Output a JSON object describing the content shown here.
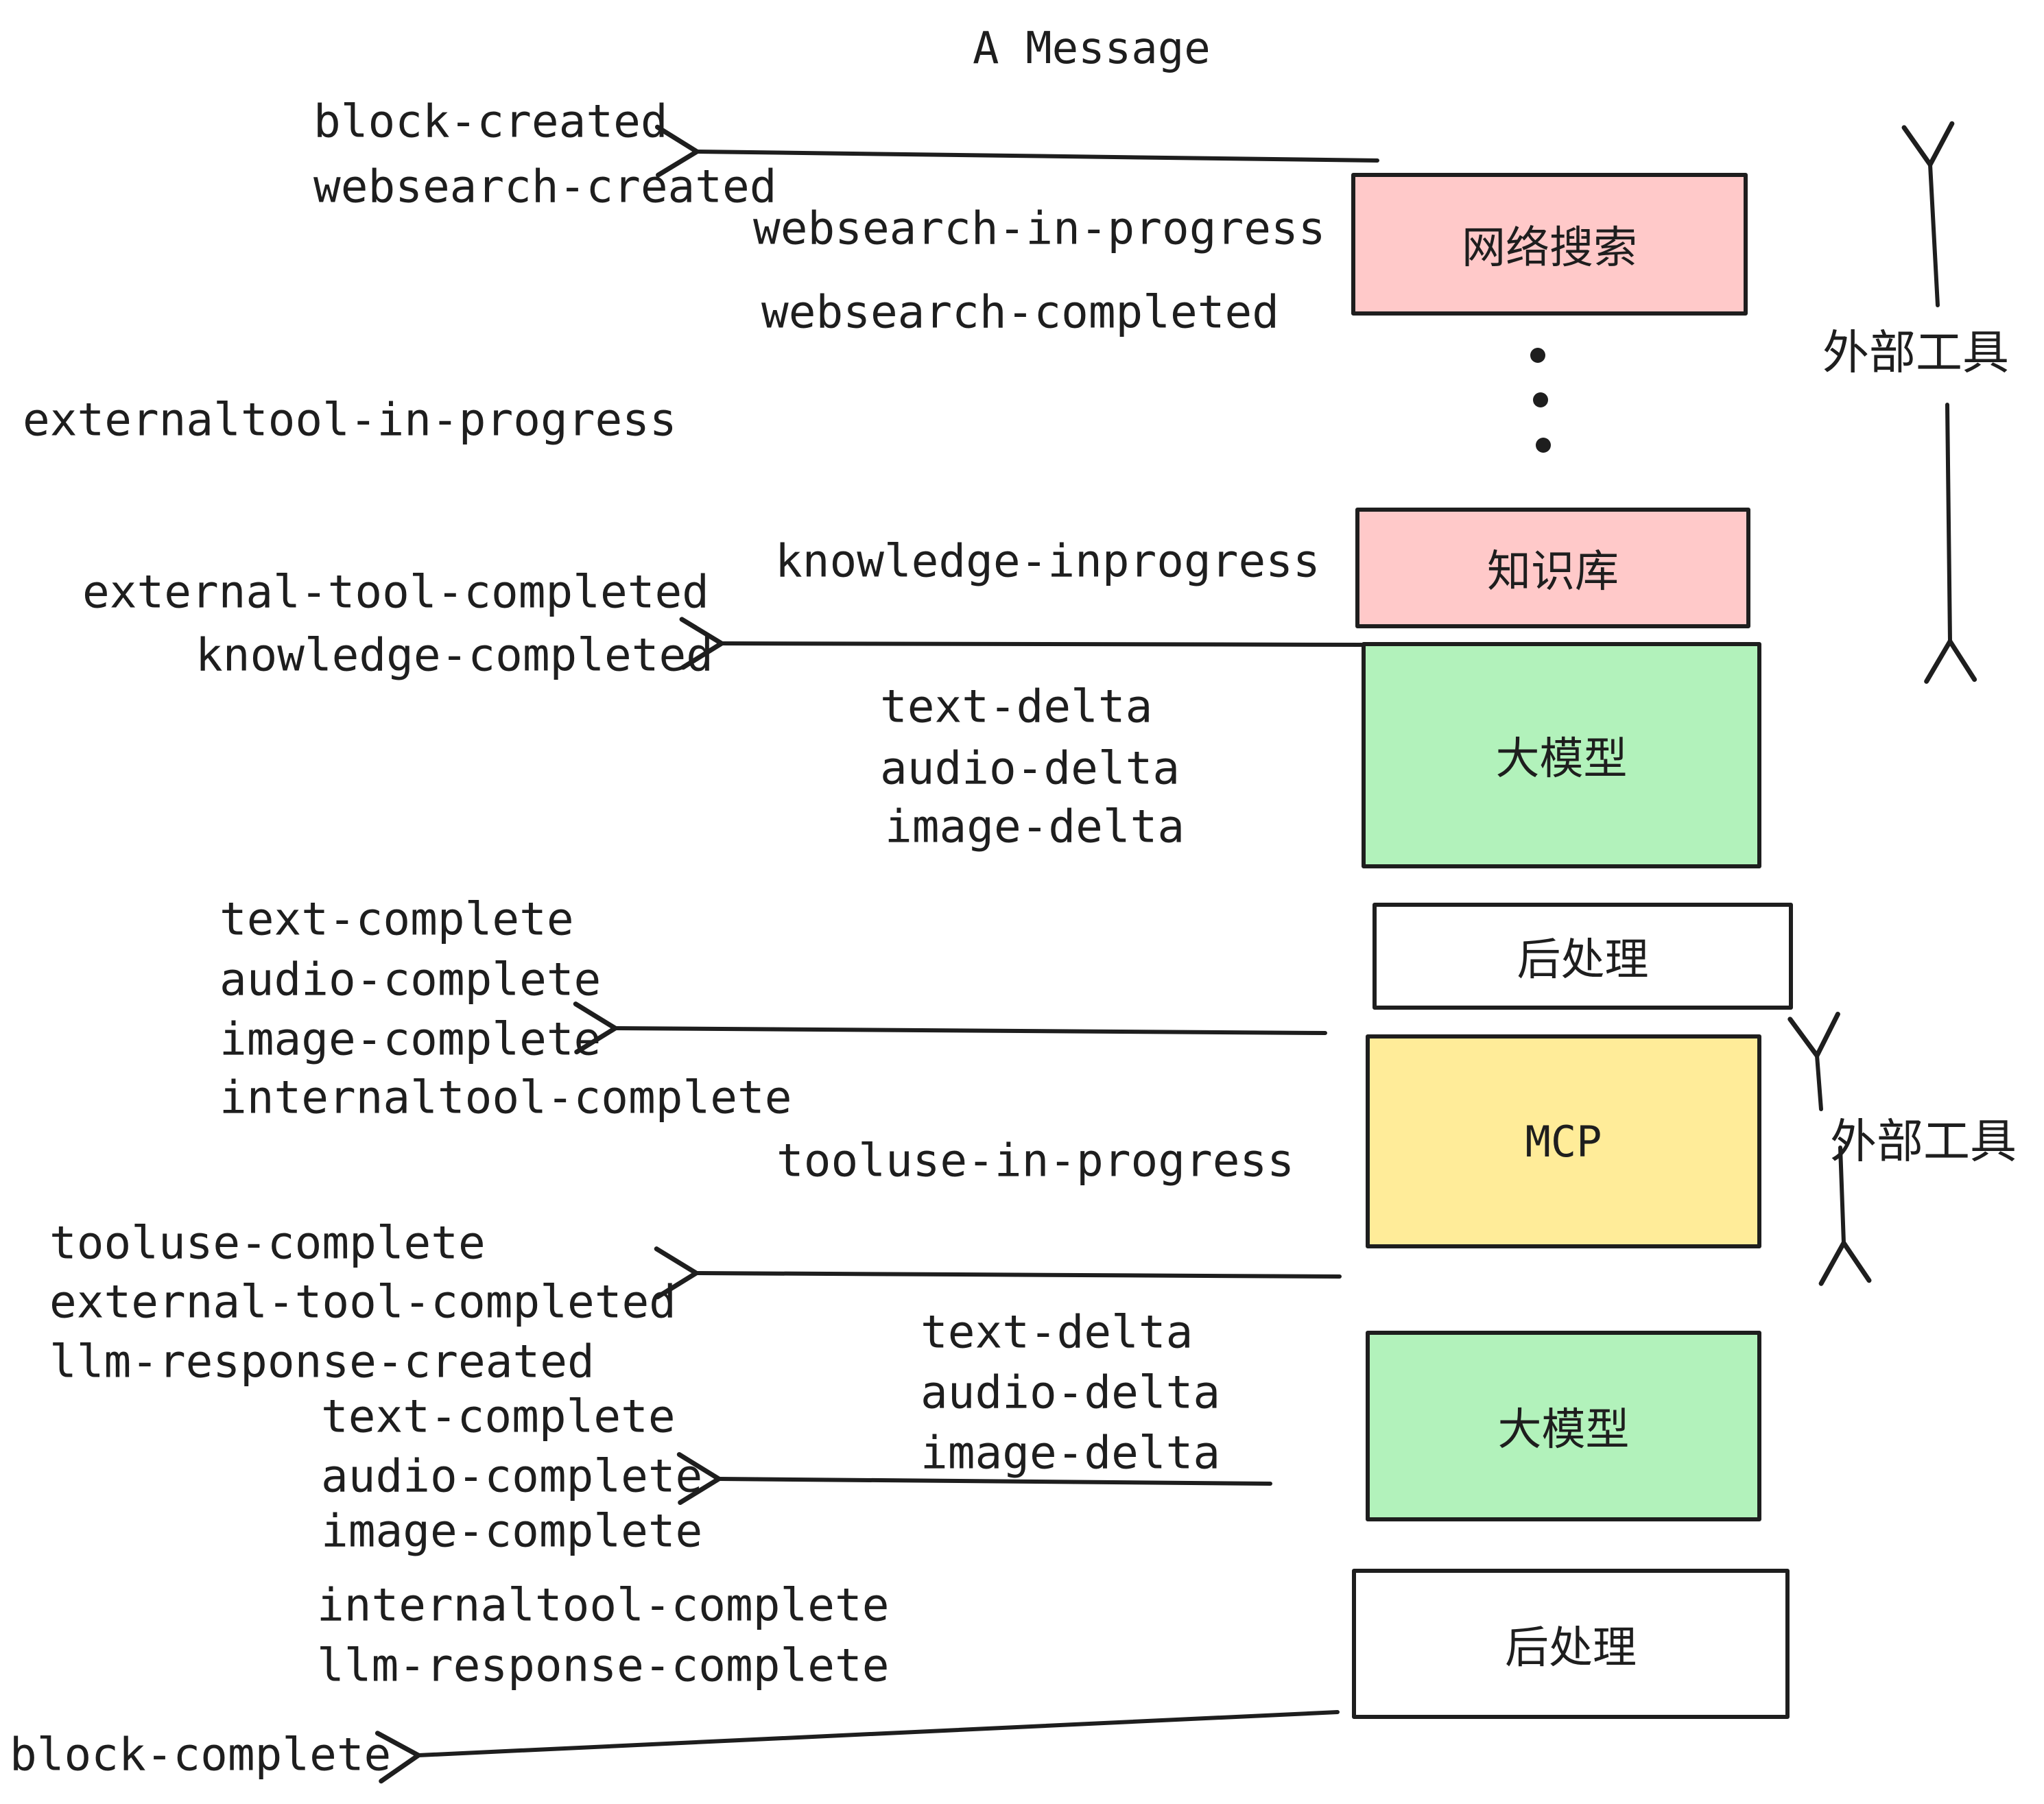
{
  "title": "A Message",
  "colors": {
    "pink": "#ffc9c9",
    "green": "#b2f2bb",
    "yellow": "#ffec99",
    "white": "#ffffff",
    "stroke": "#1e1e1e",
    "text": "#1e1e1e"
  },
  "boxes": {
    "websearch": "网络搜索",
    "knowledge": "知识库",
    "llm": "大模型",
    "post": "后处理",
    "mcp": "MCP"
  },
  "annotations": {
    "external_tools": "外部工具"
  },
  "events": {
    "block_created": "block-created",
    "websearch_created": "websearch-created",
    "websearch_in_progress": "websearch-in-progress",
    "websearch_completed": "websearch-completed",
    "externaltool_in_progress": "externaltool-in-progress",
    "knowledge_inprogress": "knowledge-inprogress",
    "external_tool_completed": "external-tool-completed",
    "knowledge_completed": "knowledge-completed",
    "text_delta": "text-delta",
    "audio_delta": "audio-delta",
    "image_delta": "image-delta",
    "text_complete": "text-complete",
    "audio_complete": "audio-complete",
    "image_complete": "image-complete",
    "internaltool_complete": "internaltool-complete",
    "tooluse_in_progress": "tooluse-in-progress",
    "tooluse_complete": "tooluse-complete",
    "llm_response_created": "llm-response-created",
    "llm_response_complete": "llm-response-complete",
    "block_complete": "block-complete"
  },
  "ellipsis": "vertical-dots"
}
